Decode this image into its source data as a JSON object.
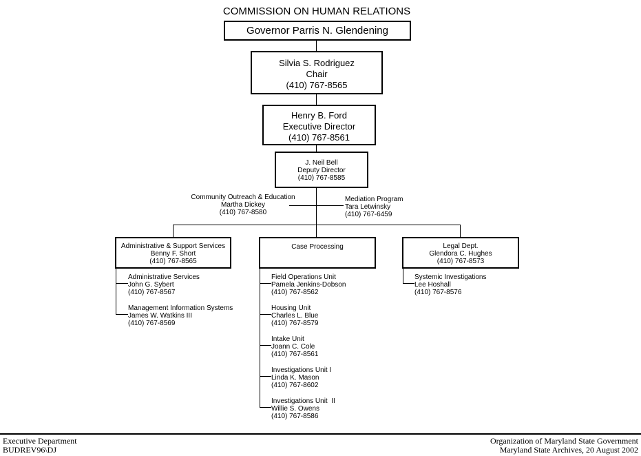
{
  "title": "COMMISSION ON HUMAN RELATIONS",
  "governor": {
    "name": "Governor Parris N. Glendening"
  },
  "chair": {
    "name": "Silvia S. Rodriguez",
    "role": "Chair",
    "phone": "(410) 767-8565"
  },
  "executive_director": {
    "name": "Henry B. Ford",
    "role": "Executive Director",
    "phone": "(410) 767-8561"
  },
  "deputy_director": {
    "name": "J. Neil Bell",
    "role": "Deputy Director",
    "phone": "(410) 767-8585"
  },
  "community_outreach": {
    "unit": "Community Outreach & Education",
    "name": "Martha Dickey",
    "phone": "(410) 767-8580"
  },
  "mediation": {
    "unit": "Mediation Program",
    "name": "Tara Letwinsky",
    "phone": "(410) 767-6459"
  },
  "admin_support": {
    "unit": "Administrative & Support Services",
    "name": "Benny F. Short",
    "phone": "(410) 767-8565",
    "subunits": [
      {
        "unit": "Administrative Services",
        "name": "John G. Sybert",
        "phone": "(410) 767-8567"
      },
      {
        "unit": "Management Information Systems",
        "name": "James W. Watkins III",
        "phone": "(410) 767-8569"
      }
    ]
  },
  "case_processing": {
    "unit": "Case Processing",
    "subunits": [
      {
        "unit": "Field Operations Unit",
        "name": "Pamela Jenkins-Dobson",
        "phone": "(410) 767-8562"
      },
      {
        "unit": "Housing Unit",
        "name": "Charles L. Blue",
        "phone": "(410) 767-8579"
      },
      {
        "unit": "Intake Unit",
        "name": "Joann C. Cole",
        "phone": "(410) 767-8561"
      },
      {
        "unit": "Investigations Unit I",
        "name": "Linda K. Mason",
        "phone": "(410) 767-8602"
      },
      {
        "unit": "Investigations Unit  II",
        "name": "Willie S. Owens",
        "phone": "(410) 767-8586"
      }
    ]
  },
  "legal": {
    "unit": "Legal Dept.",
    "name": "Glendora C. Hughes",
    "phone": "(410) 767-8573",
    "subunits": [
      {
        "unit": "Systemic Investigations",
        "name": "Lee Hoshall",
        "phone": "(410) 767-8576"
      }
    ]
  },
  "footer": {
    "left_line1": "Executive Department",
    "left_line2": "BUDREV96\\DJ",
    "right_line1": "Organization of Maryland State Government",
    "right_line2": "Maryland State Archives, 20 August 2002"
  }
}
